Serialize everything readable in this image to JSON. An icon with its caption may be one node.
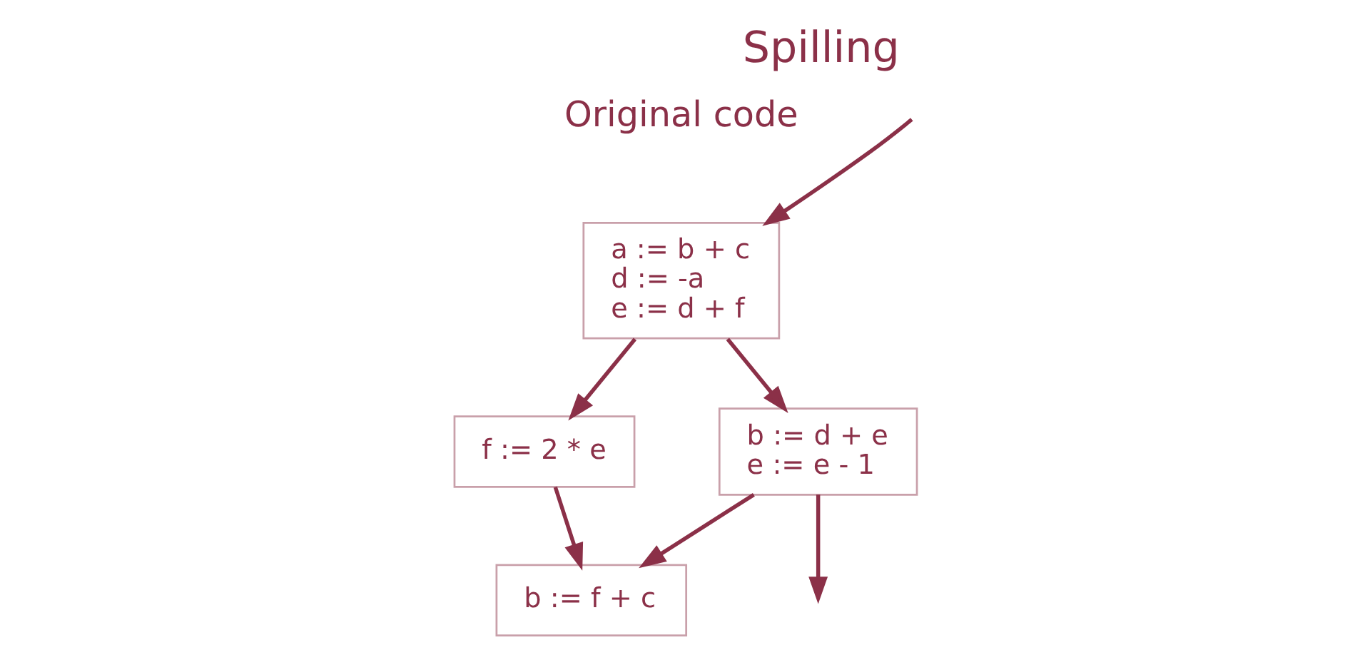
{
  "diagram": {
    "title": "Spilling",
    "nodes": [
      {
        "text": [
          "a := b + c",
          "d := -a",
          "e := d + f"
        ]
      },
      {
        "text": [
          "f := 2 * e"
        ]
      },
      {
        "text": [
          "b := d + e",
          "e := e - 1"
        ]
      },
      {
        "text": [
          "b := f + c"
        ]
      }
    ],
    "edges": [
      {
        "from": 0,
        "to": 1,
        "arrow": "to"
      },
      {
        "from": 0,
        "to": 2,
        "arrow": "to"
      },
      {
        "from": 1,
        "to": 3,
        "arrow": "to"
      },
      {
        "from": 2,
        "to": 3,
        "arrow": "to"
      },
      {
        "from": 2,
        "to": null,
        "arrow": "to"
      },
      {
        "from": null,
        "to": 0,
        "arrow": "to"
      }
    ],
    "labels": [
      "Original code"
    ]
  }
}
